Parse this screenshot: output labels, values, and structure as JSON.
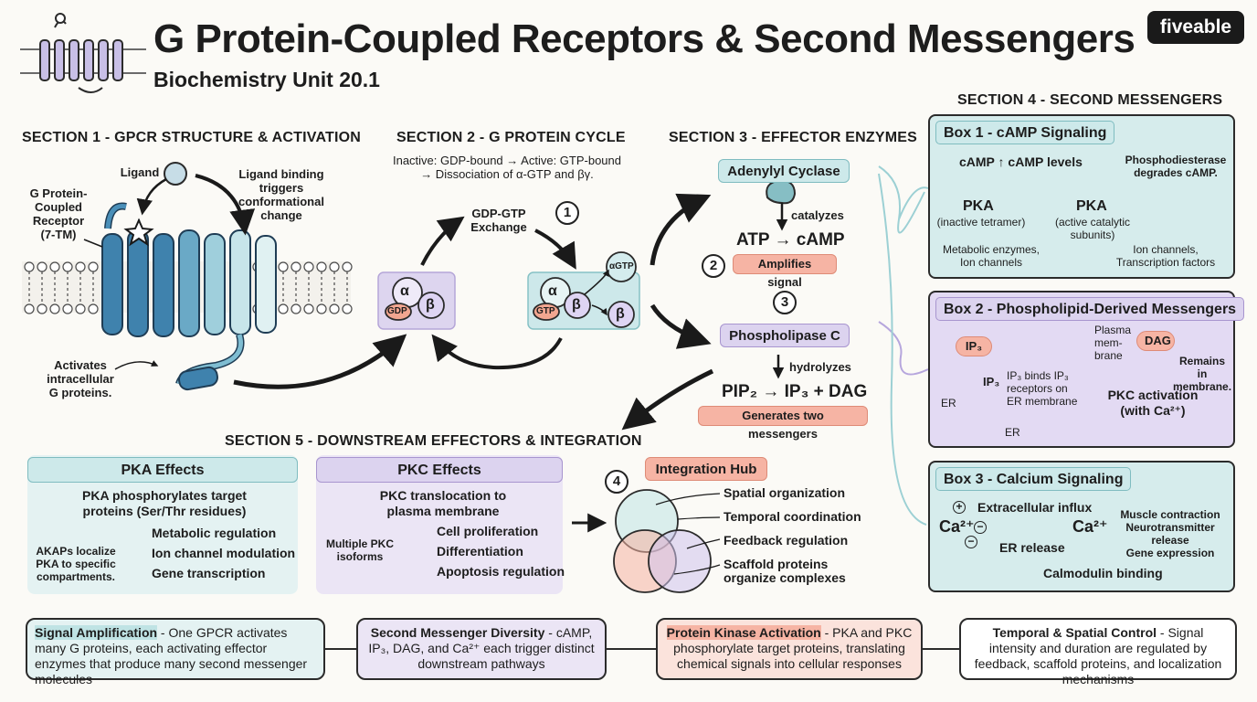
{
  "header": {
    "title": "G Protein-Coupled Receptors & Second Messengers",
    "subtitle": "Biochemistry Unit 20.1",
    "logo": "fiveable"
  },
  "section1": {
    "heading": "SECTION 1 - GPCR STRUCTURE & ACTIVATION",
    "ligand": "Ligand",
    "receptor_label": "G Protein-\nCoupled\nReceptor\n(7-TM)",
    "binding_note": "Ligand binding\ntriggers\nconformational\nchange",
    "activates_note": "Activates\nintracellular\nG proteins."
  },
  "section2": {
    "heading": "SECTION 2 - G PROTEIN CYCLE",
    "description": "Inactive: GDP-bound → Active: GTP-bound\n→ Dissociation of α-GTP and βγ.",
    "exchange_label": "GDP-GTP\nExchange",
    "step1": "1",
    "alpha": "α",
    "beta": "β",
    "gdp": "GDP",
    "gtp": "GTP",
    "alpha_gtp": "αGTP"
  },
  "section3": {
    "heading": "SECTION 3 - EFFECTOR ENZYMES",
    "adenylyl": "Adenylyl Cyclase",
    "catalyzes": "catalyzes",
    "atp_reaction": "ATP → cAMP",
    "step2": "2",
    "amplifies": "Amplifies signal",
    "step3": "3",
    "plc": "Phospholipase C",
    "hydrolyzes": "hydrolyzes",
    "pip_reaction": "PIP₂ → IP₃ + DAG",
    "two_messengers": "Generates two messengers"
  },
  "section4": {
    "heading": "SECTION 4 - SECOND MESSENGERS",
    "box1": {
      "title": "Box 1 - cAMP Signaling",
      "camp": "cAMP ↑ cAMP levels",
      "pde": "Phosphodiesterase\ndegrades cAMP.",
      "pka_inactive": "PKA",
      "pka_inactive_sub": "(inactive tetramer)",
      "pka_active": "PKA",
      "pka_active_sub": "(active catalytic\nsubunits)",
      "targets_left": "Metabolic enzymes,\nIon channels",
      "targets_right": "Ion channels,\nTranscription factors"
    },
    "box2": {
      "title": "Box 2 - Phospholipid-Derived Messengers",
      "ip3": "IP₃",
      "ip3_small": "IP₃",
      "ip3_binds": "IP₃ binds IP₃\nreceptors on\nER membrane",
      "er": "ER",
      "er2": "ER",
      "plasma": "Plasma\nmem-\nbrane",
      "dag": "DAG",
      "remains": "Remains in\nmembrane.",
      "pkc": "PKC activation\n(with Ca²⁺)"
    },
    "box3": {
      "title": "Box 3 - Calcium Signaling",
      "influx": "Extracellular influx",
      "ca_left": "Ca²⁺",
      "ca_right": "Ca²⁺",
      "er_release": "ER release",
      "calmodulin": "Calmodulin binding",
      "effects": "Muscle contraction\nNeurotransmitter release\nGene expression",
      "plus": "+",
      "minus": "−"
    }
  },
  "section5": {
    "heading": "SECTION 5 - DOWNSTREAM EFFECTORS & INTEGRATION",
    "pka": {
      "title": "PKA Effects",
      "desc": "PKA phosphorylates target\nproteins (Ser/Thr residues)",
      "akap": "AKAPs localize\nPKA to specific\ncompartments.",
      "items": [
        "Metabolic regulation",
        "Ion channel modulation",
        "Gene transcription"
      ]
    },
    "pkc": {
      "title": "PKC Effects",
      "desc": "PKC translocation to\nplasma membrane",
      "isoforms": "Multiple PKC\nisoforms",
      "items": [
        "Cell proliferation",
        "Differentiation",
        "Apoptosis regulation"
      ]
    },
    "hub": {
      "step4": "4",
      "title": "Integration Hub",
      "items": [
        "Spatial organization",
        "Temporal coordination",
        "Feedback regulation",
        "Scaffold proteins\norganize complexes"
      ]
    }
  },
  "summary": [
    {
      "lead": "Signal Amplification",
      "text": " - One GPCR activates many G proteins, each activating effector enzymes that produce many second messenger molecules"
    },
    {
      "lead": "Second Messenger Diversity",
      "text": " - cAMP, IP₃, DAG, and Ca²⁺ each trigger distinct downstream pathways"
    },
    {
      "lead": "Protein Kinase Activation",
      "text": " - PKA and PKC phosphorylate target proteins, translating chemical signals into cellular responses"
    },
    {
      "lead": "Temporal & Spatial Control",
      "text": " - Signal intensity and duration are regulated by feedback, scaffold proteins, and localization mechanisms"
    }
  ],
  "colors": {
    "teal": "#cde9ea",
    "lavender": "#dcd3ef",
    "salmon": "#f6b4a4",
    "membrane": "#3f7fa3",
    "ink": "#1d1d1d"
  }
}
